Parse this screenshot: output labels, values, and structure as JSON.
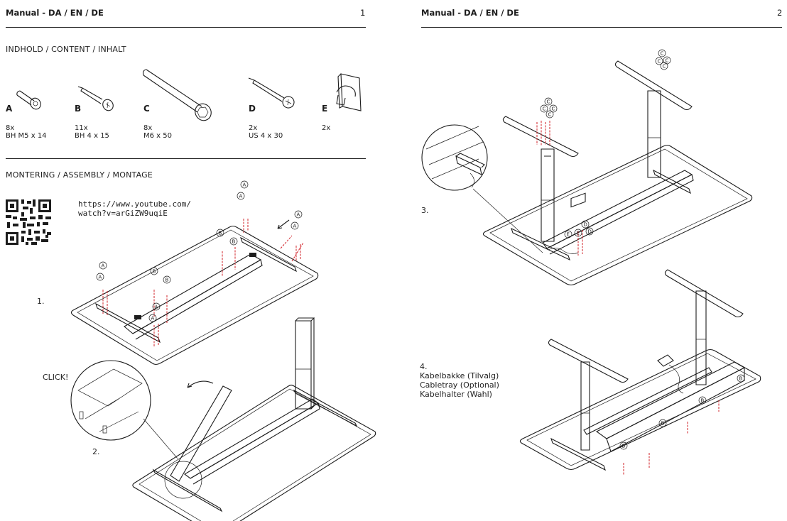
{
  "pages": [
    {
      "header": {
        "title": "Manual - DA / EN / DE",
        "page_number": "1"
      },
      "content_heading": "INDHOLD / CONTENT / INHALT",
      "parts": [
        {
          "letter": "A",
          "qty": "8x",
          "spec": "BH M5 x 14",
          "icon": "button-head-bolt-icon"
        },
        {
          "letter": "B",
          "qty": "11x",
          "spec": "BH 4 x 15",
          "icon": "pan-head-wood-screw-icon"
        },
        {
          "letter": "C",
          "qty": "8x",
          "spec": "M6 x 50",
          "icon": "hex-flange-bolt-icon"
        },
        {
          "letter": "D",
          "qty": "2x",
          "spec": "US 4 x 30",
          "icon": "countersunk-wood-screw-icon"
        },
        {
          "letter": "E",
          "qty": "2x",
          "spec": "",
          "icon": "cable-clip-icon"
        }
      ],
      "assembly_heading": "MONTERING / ASSEMBLY / MONTAGE",
      "video_url_line1": "https://www.youtube.com/",
      "video_url_line2": "watch?v=arGiZW9uqiE",
      "steps": [
        {
          "label": "1.",
          "callouts": [
            "A",
            "A",
            "A",
            "A",
            "A",
            "A",
            "A",
            "A",
            "B",
            "B",
            "B",
            "B"
          ]
        },
        {
          "label": "2.",
          "note": "CLICK!"
        }
      ]
    },
    {
      "header": {
        "title": "Manual - DA / EN / DE",
        "page_number": "2"
      },
      "steps": [
        {
          "label": "3.",
          "callouts": [
            "C",
            "C",
            "C",
            "C",
            "C",
            "C",
            "C",
            "C",
            "D",
            "D",
            "E",
            "E"
          ]
        },
        {
          "label": "4.",
          "caption_da": "Kabelbakke (Tilvalg)",
          "caption_en": "Cabletray (Optional)",
          "caption_de": "Kabelhalter (Wahl)",
          "callouts": [
            "B",
            "B",
            "B",
            "B"
          ]
        }
      ]
    }
  ],
  "colors": {
    "text": "#1c1c1c",
    "screw_path": "#d2232a",
    "background": "#ffffff"
  }
}
